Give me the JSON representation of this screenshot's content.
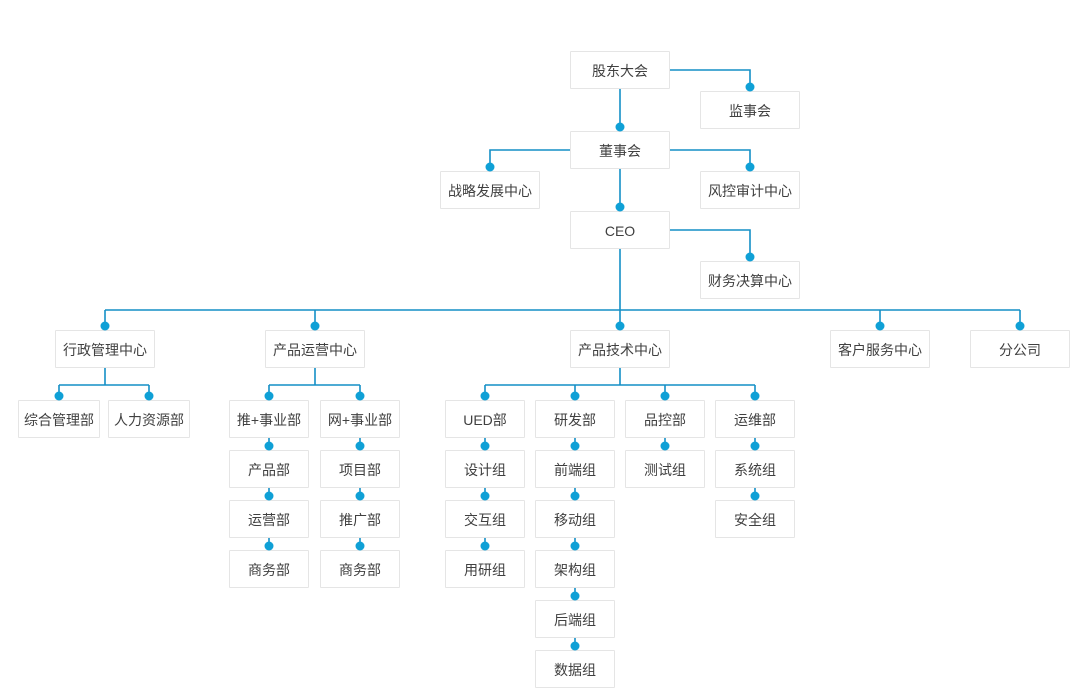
{
  "theme": {
    "page_bg": "#ffffff",
    "box_bg": "#ffffff",
    "box_border": "#e5e5e5",
    "text_color": "#404040",
    "accent_line": "#148fc6",
    "accent_dot": "#0fa0d6"
  },
  "org": {
    "title": "",
    "nodes": [
      {
        "label": "股东大会",
        "parent": null
      },
      {
        "label": "监事会",
        "parent": "股东大会"
      },
      {
        "label": "董事会",
        "parent": "股东大会"
      },
      {
        "label": "战略发展中心",
        "parent": "董事会"
      },
      {
        "label": "风控审计中心",
        "parent": "董事会"
      },
      {
        "label": "CEO",
        "parent": "董事会"
      },
      {
        "label": "财务决算中心",
        "parent": "CEO"
      },
      {
        "label": "行政管理中心",
        "parent": "CEO"
      },
      {
        "label": "产品运营中心",
        "parent": "CEO"
      },
      {
        "label": "产品技术中心",
        "parent": "CEO"
      },
      {
        "label": "客户服务中心",
        "parent": "CEO"
      },
      {
        "label": "分公司",
        "parent": "CEO"
      },
      {
        "label": "综合管理部",
        "parent": "行政管理中心"
      },
      {
        "label": "人力资源部",
        "parent": "行政管理中心"
      },
      {
        "label": "推+事业部",
        "parent": "产品运营中心"
      },
      {
        "label": "网+事业部",
        "parent": "产品运营中心"
      },
      {
        "label": "产品部",
        "parent": "推+事业部"
      },
      {
        "label": "运营部",
        "parent": "产品部"
      },
      {
        "label": "商务部",
        "parent": "运营部"
      },
      {
        "label": "项目部",
        "parent": "网+事业部"
      },
      {
        "label": "推广部",
        "parent": "项目部"
      },
      {
        "label": "商务部",
        "parent": "推广部"
      },
      {
        "label": "UED部",
        "parent": "产品技术中心"
      },
      {
        "label": "设计组",
        "parent": "UED部"
      },
      {
        "label": "交互组",
        "parent": "设计组"
      },
      {
        "label": "用研组",
        "parent": "交互组"
      },
      {
        "label": "研发部",
        "parent": "产品技术中心"
      },
      {
        "label": "前端组",
        "parent": "研发部"
      },
      {
        "label": "移动组",
        "parent": "前端组"
      },
      {
        "label": "架构组",
        "parent": "移动组"
      },
      {
        "label": "后端组",
        "parent": "架构组"
      },
      {
        "label": "数据组",
        "parent": "后端组"
      },
      {
        "label": "品控部",
        "parent": "产品技术中心"
      },
      {
        "label": "测试组",
        "parent": "品控部"
      },
      {
        "label": "运维部",
        "parent": "产品技术中心"
      },
      {
        "label": "系统组",
        "parent": "运维部"
      },
      {
        "label": "安全组",
        "parent": "系统组"
      }
    ]
  }
}
